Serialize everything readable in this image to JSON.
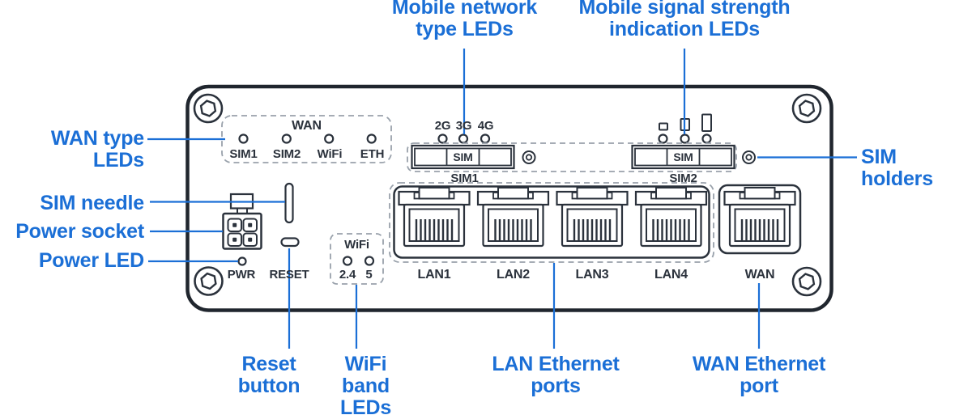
{
  "colors": {
    "accent": "#1b6fd6",
    "ink": "#2b323c",
    "outline": "#20262e",
    "dash": "#99a1ab"
  },
  "callouts": {
    "wan_type_leds": "WAN type LEDs",
    "sim_needle": "SIM needle",
    "power_socket": "Power socket",
    "power_led": "Power LED",
    "mobile_network_type": "Mobile network\ntype LEDs",
    "mobile_signal_strength": "Mobile signal strength\nindication LEDs",
    "sim_holders": "SIM holders",
    "reset_button": "Reset\nbutton",
    "wifi_band_leds": "WiFi\nband\nLEDs",
    "lan_ethernet_ports": "LAN Ethernet\nports",
    "wan_ethernet_port": "WAN Ethernet\nport"
  },
  "device": {
    "wan_led_group": {
      "title": "WAN",
      "leds": [
        {
          "label": "SIM1"
        },
        {
          "label": "SIM2"
        },
        {
          "label": "WiFi"
        },
        {
          "label": "ETH"
        }
      ]
    },
    "network_type_leds": [
      {
        "label": "2G"
      },
      {
        "label": "3G"
      },
      {
        "label": "4G"
      }
    ],
    "sim_slots": {
      "sim1": {
        "slot_text": "SIM",
        "label": "SIM1"
      },
      "sim2": {
        "slot_text": "SIM",
        "label": "SIM2"
      }
    },
    "power": {
      "pwr_label": "PWR",
      "reset_label": "RESET"
    },
    "wifi_group": {
      "title": "WiFi",
      "bands": [
        {
          "label": "2.4"
        },
        {
          "label": "5"
        }
      ]
    },
    "ports": {
      "lan": [
        {
          "label": "LAN1"
        },
        {
          "label": "LAN2"
        },
        {
          "label": "LAN3"
        },
        {
          "label": "LAN4"
        }
      ],
      "wan": {
        "label": "WAN"
      }
    }
  }
}
